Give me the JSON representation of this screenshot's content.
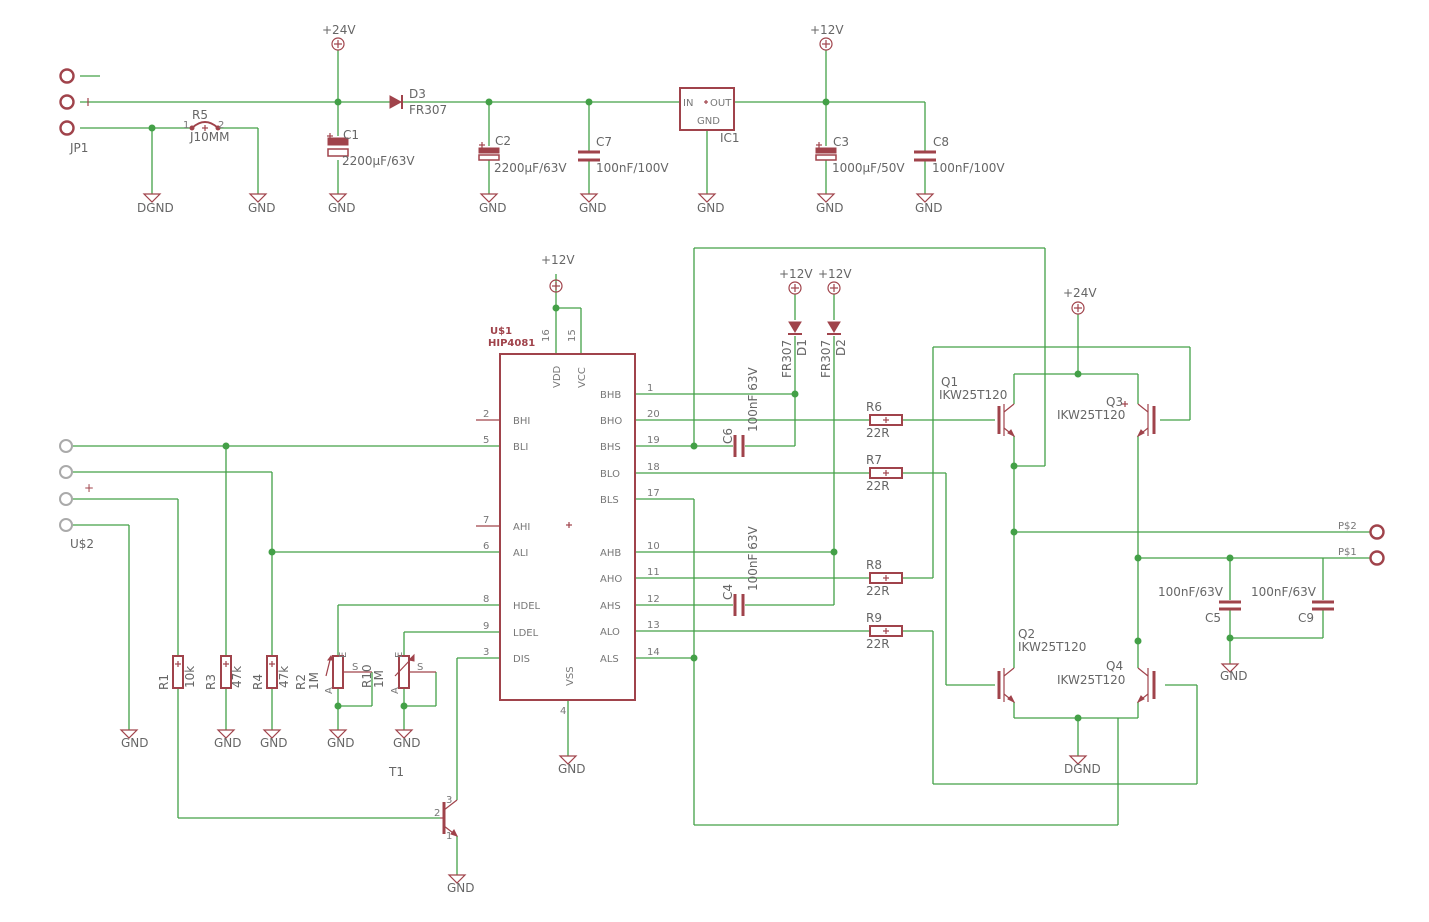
{
  "supply": {
    "jp1": "JP1",
    "r5": {
      "name": "R5",
      "value": "J10MM",
      "pin1": "1",
      "pin2": "2"
    },
    "c1": {
      "name": "C1",
      "value": "2200µF/63V"
    },
    "d3": {
      "name": "D3",
      "value": "FR307"
    },
    "c2": {
      "name": "C2",
      "value": "2200µF/63V"
    },
    "c7": {
      "name": "C7",
      "value": "100nF/100V"
    },
    "ic1": {
      "name": "IC1",
      "in": "IN",
      "out": "OUT",
      "gnd": "GND"
    },
    "c3": {
      "name": "C3",
      "value": "1000µF/50V"
    },
    "c8": {
      "name": "C8",
      "value": "100nF/100V"
    }
  },
  "rails": {
    "v24": "+24V",
    "v12": "+12V",
    "gnd": "GND",
    "dgnd": "DGND"
  },
  "driver": {
    "name": "U$1",
    "part": "HIP4081",
    "top_pins": [
      {
        "num": "16",
        "label": "VDD"
      },
      {
        "num": "15",
        "label": "VCC"
      }
    ],
    "bottom_pin": {
      "num": "4",
      "label": "VSS"
    },
    "left_pins": [
      {
        "num": "2",
        "label": "BHI"
      },
      {
        "num": "5",
        "label": "BLI"
      },
      {
        "num": "7",
        "label": "AHI"
      },
      {
        "num": "6",
        "label": "ALI"
      },
      {
        "num": "8",
        "label": "HDEL"
      },
      {
        "num": "9",
        "label": "LDEL"
      },
      {
        "num": "3",
        "label": "DIS"
      }
    ],
    "right_pins": [
      {
        "num": "1",
        "label": "BHB"
      },
      {
        "num": "20",
        "label": "BHO"
      },
      {
        "num": "19",
        "label": "BHS"
      },
      {
        "num": "18",
        "label": "BLO"
      },
      {
        "num": "17",
        "label": "BLS"
      },
      {
        "num": "10",
        "label": "AHB"
      },
      {
        "num": "11",
        "label": "AHO"
      },
      {
        "num": "12",
        "label": "AHS"
      },
      {
        "num": "13",
        "label": "ALO"
      },
      {
        "num": "14",
        "label": "ALS"
      }
    ]
  },
  "inputs": {
    "us2": "U$2",
    "plus": "+"
  },
  "resistors": {
    "r1": {
      "name": "R1",
      "value": "10k"
    },
    "r3": {
      "name": "R3",
      "value": "47k"
    },
    "r4": {
      "name": "R4",
      "value": "47k"
    },
    "r2": {
      "name": "R2",
      "value": "1M"
    },
    "r10": {
      "name": "R10",
      "value": "1M"
    },
    "pot_a": "A",
    "pot_e": "E",
    "pot_s": "S"
  },
  "t1": {
    "name": "T1",
    "p1": "1",
    "p2": "2",
    "p3": "3"
  },
  "bootstrap": {
    "d1": {
      "name": "D1",
      "value": "FR307"
    },
    "d2": {
      "name": "D2",
      "value": "FR307"
    },
    "c6": {
      "name": "C6",
      "value": "100nF 63V"
    },
    "c4": {
      "name": "C4",
      "value": "100nF 63V"
    }
  },
  "gate_resistors": {
    "r6": {
      "name": "R6",
      "value": "22R"
    },
    "r7": {
      "name": "R7",
      "value": "22R"
    },
    "r8": {
      "name": "R8",
      "value": "22R"
    },
    "r9": {
      "name": "R9",
      "value": "22R"
    }
  },
  "igbts": {
    "q1": {
      "name": "Q1",
      "value": "IKW25T120"
    },
    "q2": {
      "name": "Q2",
      "value": "IKW25T120"
    },
    "q3": {
      "name": "Q3",
      "value": "IKW25T120"
    },
    "q4": {
      "name": "Q4",
      "value": "IKW25T120"
    }
  },
  "output": {
    "p2": "P$2",
    "p1": "P$1",
    "c5": {
      "name": "C5",
      "value": "100nF/63V"
    },
    "c9": {
      "name": "C9",
      "value": "100nF/63V"
    }
  },
  "colors": {
    "wire": "#43a047",
    "part": "#a0434b",
    "text": "#666666"
  }
}
